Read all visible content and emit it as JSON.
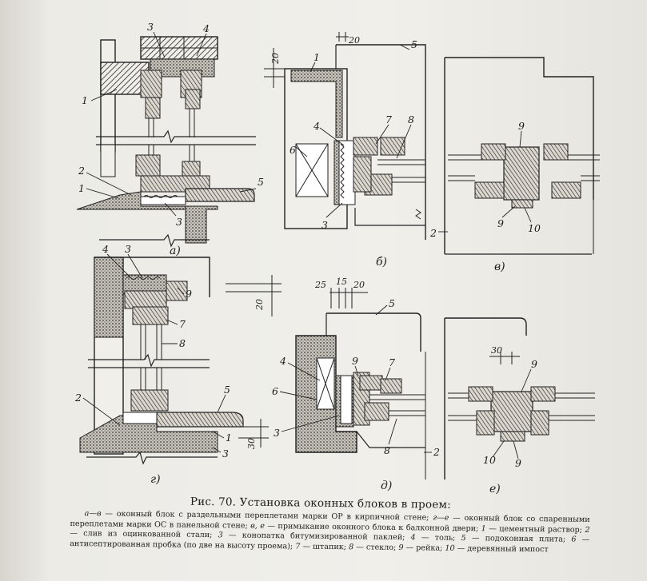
{
  "figure": {
    "title": "Рис. 70. Установка оконных блоков в проем:",
    "caption": [
      {
        "k": "а—в",
        "t": " — оконный блок с раздельными переплетами марки ОР в кирпичной стене; "
      },
      {
        "k": "г—е",
        "t": " — оконный блок со спаренными переплетами марки ОС в панельной стене; "
      },
      {
        "k": "в, е",
        "t": " — примыкание оконного блока к балконной двери; "
      },
      {
        "k": "1",
        "t": " — цементный раствор; "
      },
      {
        "k": "2",
        "t": " — слив из оцинкованной стали; "
      },
      {
        "k": "3",
        "t": " — конопатка битумизированной паклей; "
      },
      {
        "k": "4",
        "t": " — толь; "
      },
      {
        "k": "5",
        "t": " — подоконная плита; "
      },
      {
        "k": "6",
        "t": " — антисептированная пробка (по две на высоту проема); "
      },
      {
        "k": "7",
        "t": " — штапик; "
      },
      {
        "k": "8",
        "t": " — стекло; "
      },
      {
        "k": "9",
        "t": " — рейка; "
      },
      {
        "k": "10",
        "t": " — деревянный импост"
      }
    ]
  },
  "panels": {
    "a": "а)",
    "b": "б)",
    "v": "в)",
    "g": "г)",
    "d": "д)",
    "e": "е)"
  },
  "dims": {
    "d20_top": "20",
    "d20_side": "20",
    "d20_mid": "20",
    "d30_left": "30",
    "d30_right": "30",
    "d25": "25",
    "d15": "15",
    "d20_d": "20"
  },
  "callouts": {
    "a": [
      "3",
      "4",
      "1",
      "2",
      "1",
      "3",
      "5"
    ],
    "b": [
      "1",
      "5",
      "4",
      "7",
      "8",
      "6",
      "3"
    ],
    "v": [
      "9",
      "2",
      "9",
      "10"
    ],
    "g": [
      "4",
      "3",
      "9",
      "7",
      "8",
      "2",
      "5",
      "1",
      "3"
    ],
    "d": [
      "5",
      "4",
      "9",
      "7",
      "6",
      "3",
      "8",
      "2"
    ],
    "e": [
      "9",
      "10",
      "9"
    ]
  }
}
